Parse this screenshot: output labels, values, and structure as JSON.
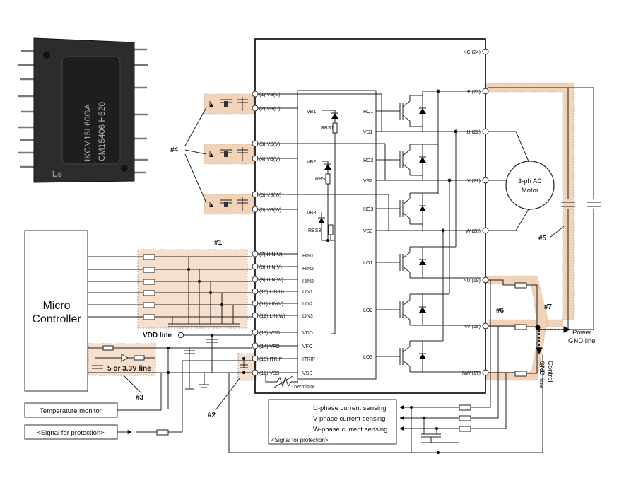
{
  "module_photo": {
    "marking_line1": "IKCM15L60GA",
    "marking_line2": "CM15406  H520"
  },
  "pins_left": [
    "(1) VS(U)",
    "(2) VB(U)",
    "(3) VS(V)",
    "(4) VB(V)",
    "(5) VS(W)",
    "(6) VB(W)",
    "(7) HIN(U)",
    "(8) HIN(V)",
    "(9) HIN(W)",
    "(10) LIN(U)",
    "(11) LIN(V)",
    "(12) LIN(W)",
    "(13) VDD",
    "(14) VFO",
    "(15) ITRIP",
    "(16) VSS"
  ],
  "pins_right": [
    "NC (24)",
    "P (23)",
    "U (22)",
    "V (21)",
    "W (20)",
    "NU (19)",
    "NV (18)",
    "NW (17)"
  ],
  "internal_inputs": [
    "HIN1",
    "HIN2",
    "HIN3",
    "LIN1",
    "LIN2",
    "LIN3",
    "VDD",
    "VFO",
    "ITRIP",
    "VSS"
  ],
  "bootstrap_nodes": [
    "VB1",
    "RBS1",
    "VB2",
    "RBS2",
    "VB3",
    "RBS3"
  ],
  "gate_signals": [
    "HO1",
    "VS1",
    "HO2",
    "VS2",
    "HO3",
    "VS3",
    "LO1",
    "LO2",
    "LO3"
  ],
  "thermistor": "Thermistor",
  "motor": {
    "line1": "3-ph AC",
    "line2": "Motor"
  },
  "microcontroller": {
    "line1": "Micro",
    "line2": "Controller"
  },
  "vdd_line": "VDD line",
  "supply_line": "5 or 3.3V line",
  "temperature_monitor": "Temperature monitor",
  "signal_protection_left": "<Signal for protection>",
  "sensing": {
    "u": "U-phase current sensing",
    "v": "V-phase current sensing",
    "w": "W-phase current sensing",
    "protection": "<Signal for protection>"
  },
  "power_gnd": {
    "line1": "Power",
    "line2": "GND line"
  },
  "control_gnd": {
    "line1": "Control",
    "line2": "GND line"
  },
  "callouts": {
    "c1": "#1",
    "c2": "#2",
    "c3": "#3",
    "c4": "#4",
    "c5": "#5",
    "c6": "#6",
    "c7": "#7"
  }
}
